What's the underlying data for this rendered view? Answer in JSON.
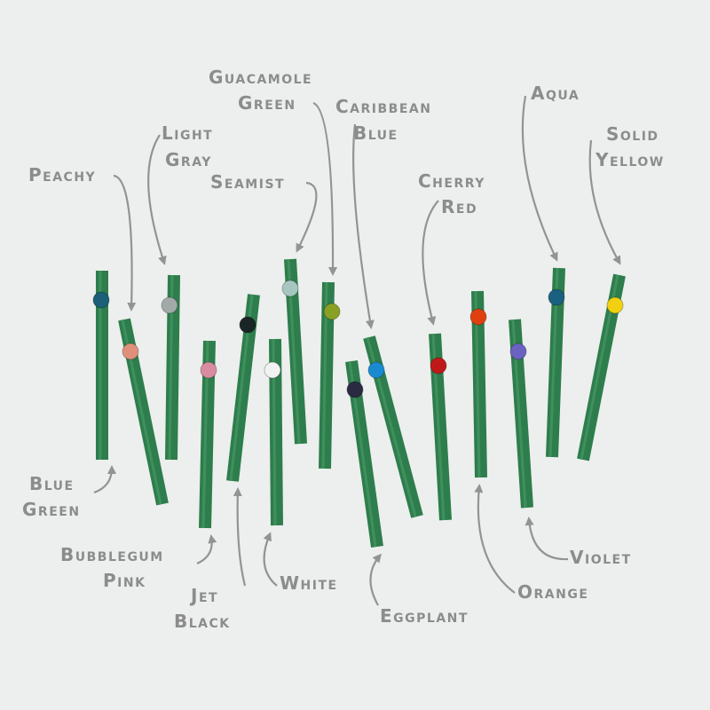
{
  "colors": {
    "background": "#ecefed",
    "straw": "#2e7d4c",
    "label": "#8c8c8c"
  },
  "straws": [
    {
      "name": "Blue Green",
      "dot": "#1b5f78"
    },
    {
      "name": "Peachy",
      "dot": "#e0907a"
    },
    {
      "name": "Light Gray",
      "dot": "#a2aaa8"
    },
    {
      "name": "Bubblegum Pink",
      "dot": "#d98ba2"
    },
    {
      "name": "Jet Black",
      "dot": "#1a2626"
    },
    {
      "name": "White",
      "dot": "#f2f2f2"
    },
    {
      "name": "Seamist",
      "dot": "#a8c6c0"
    },
    {
      "name": "Guacamole Green",
      "dot": "#8aa022"
    },
    {
      "name": "Eggplant",
      "dot": "#2a2a42"
    },
    {
      "name": "Caribbean Blue",
      "dot": "#1a8ad0"
    },
    {
      "name": "Cherry Red",
      "dot": "#c01818"
    },
    {
      "name": "Orange",
      "dot": "#e04010"
    },
    {
      "name": "Violet",
      "dot": "#6a62c0"
    },
    {
      "name": "Aqua",
      "dot": "#1a6080"
    },
    {
      "name": "Solid Yellow",
      "dot": "#f0d010"
    }
  ],
  "labels": {
    "peachy": [
      "Peachy"
    ],
    "light_gray": [
      "Light",
      "Gray"
    ],
    "guacamole_green": [
      "Guacamole",
      "Green"
    ],
    "caribbean_blue": [
      "Caribbean",
      "Blue"
    ],
    "seamist": [
      "Seamist"
    ],
    "aqua": [
      "Aqua"
    ],
    "solid_yellow": [
      "Solid",
      "Yellow"
    ],
    "cherry_red": [
      "Cherry",
      "Red"
    ],
    "blue_green": [
      "Blue",
      "Green"
    ],
    "bubblegum_pink": [
      "Bubblegum",
      "Pink"
    ],
    "jet_black": [
      "Jet",
      "Black"
    ],
    "white": [
      "White"
    ],
    "eggplant": [
      "Eggplant"
    ],
    "orange": [
      "Orange"
    ],
    "violet": [
      "Violet"
    ]
  }
}
